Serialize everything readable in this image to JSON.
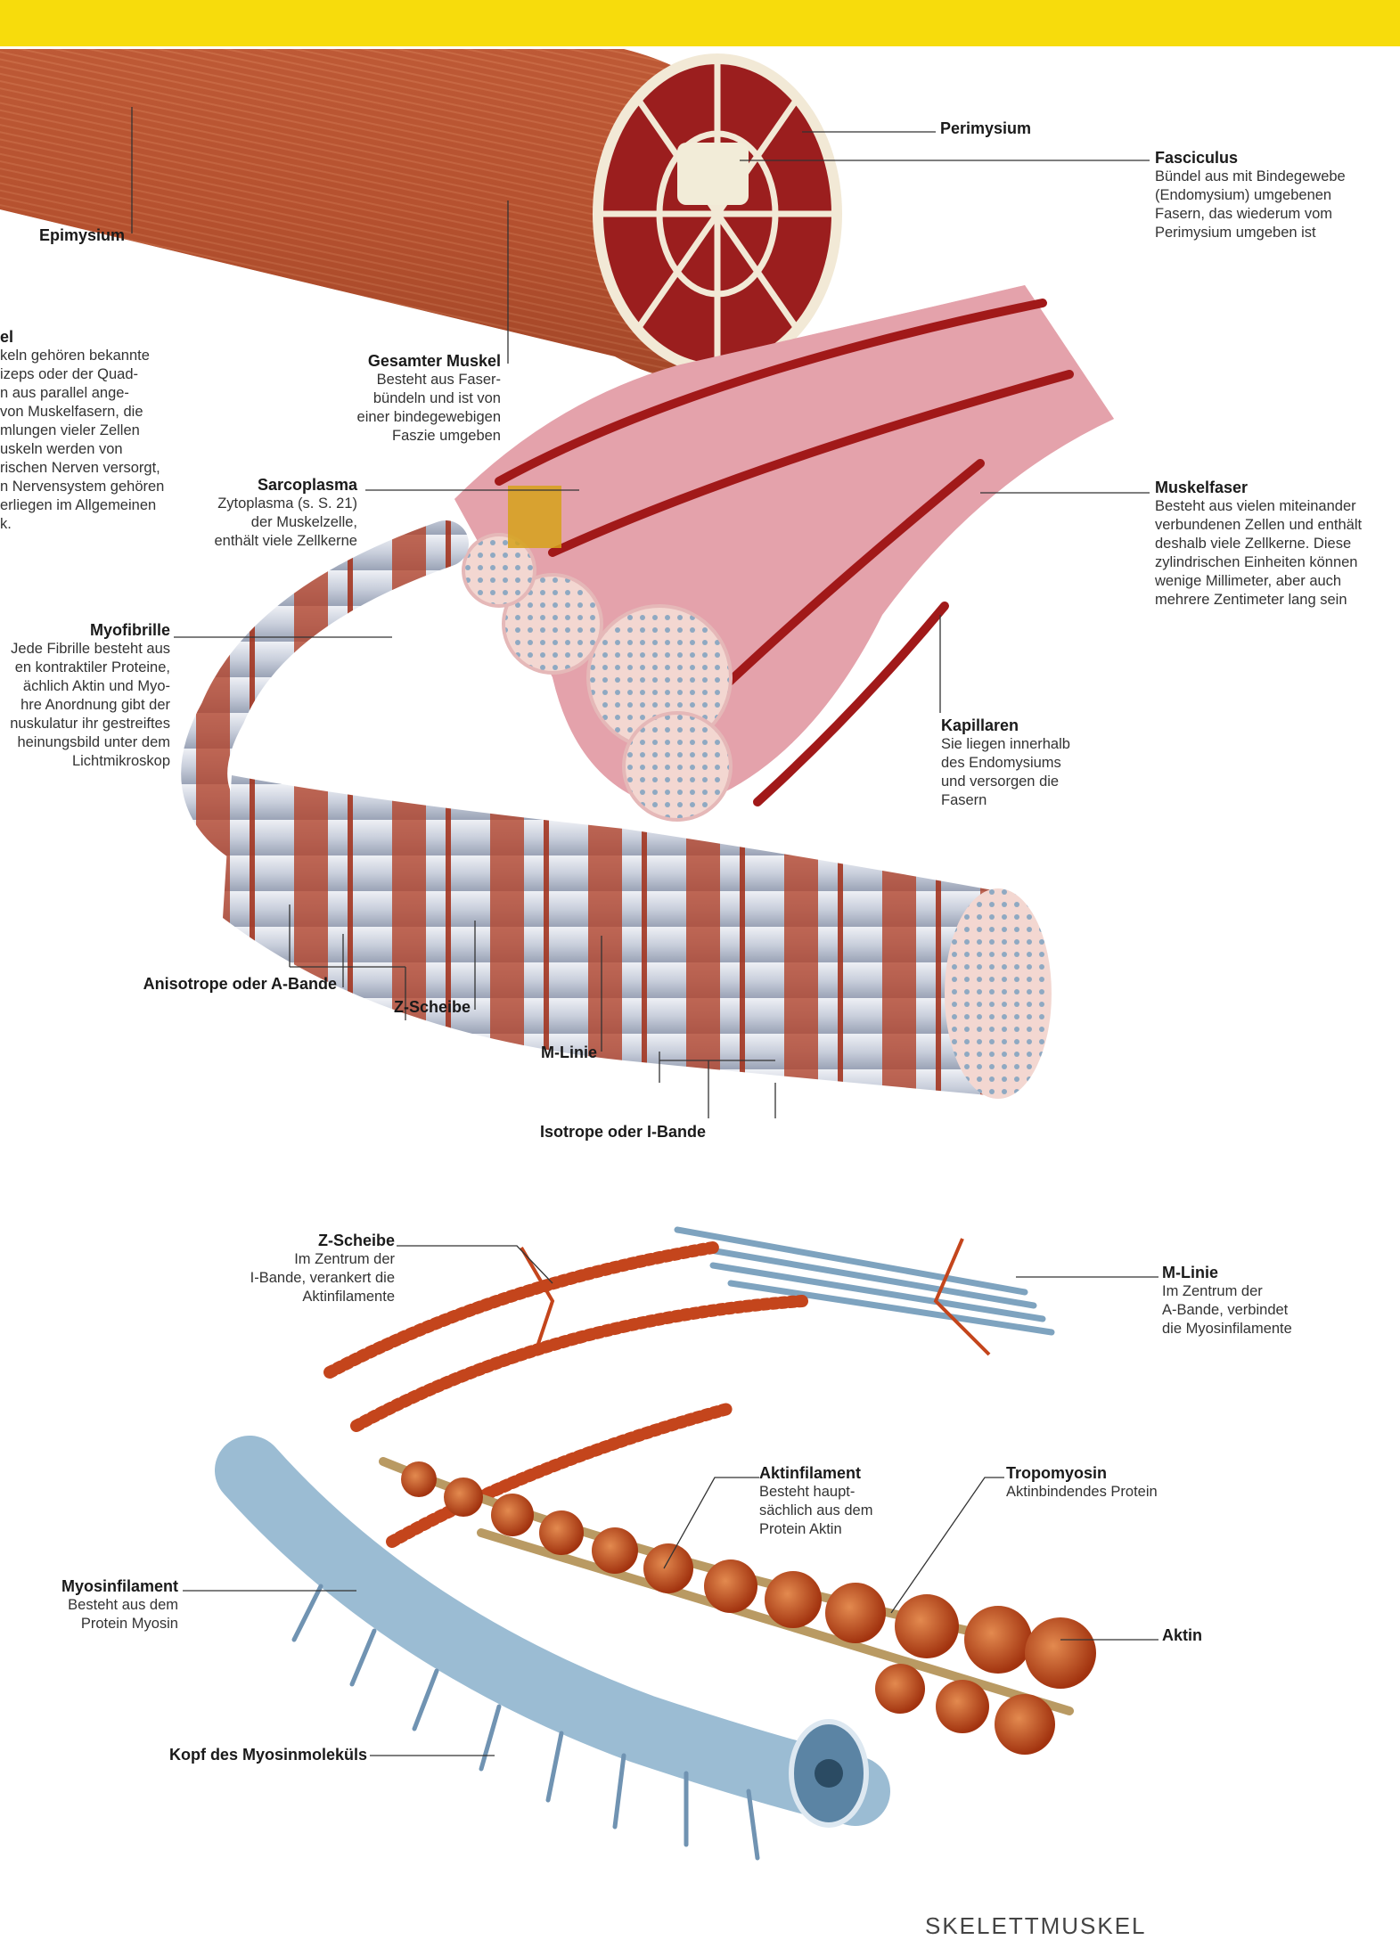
{
  "colors": {
    "header_band": "#f7dc0c",
    "muscle": "#b5512f",
    "fascia": "#f2e9d6",
    "capillary": "#a11919",
    "fibril_band_dark": "#b2442c",
    "fibril_band_light": "#dfe3ec",
    "myosin": "#8fb0c9",
    "actin": "#c24a1d",
    "tropomyosin": "#b99a63"
  },
  "labels": {
    "perimysium": {
      "title": "Perimysium"
    },
    "fasciculus": {
      "title": "Fasciculus",
      "text": [
        "Bündel aus mit Bindegewebe",
        "(Endomysium) umgebenen",
        "Fasern, das wiederum vom",
        "Perimysium umgeben ist"
      ]
    },
    "epimysium": {
      "title": "Epimysium"
    },
    "skelettmuskel": {
      "title": "el",
      "text": [
        "keln gehören bekannte",
        "izeps oder der Quad-",
        "n aus parallel ange-",
        "von Muskelfasern, die",
        "mlungen vieler Zellen",
        "uskeln werden von",
        "rischen Nerven versorgt,",
        "n Nervensystem gehören",
        "erliegen im Allgemeinen",
        "k."
      ]
    },
    "gesamter_muskel": {
      "title": "Gesamter Muskel",
      "text": [
        "Besteht aus Faser-",
        "bündeln und ist von",
        "einer bindegewebigen",
        "Faszie umgeben"
      ]
    },
    "sarcoplasma": {
      "title": "Sarcoplasma",
      "text": [
        "Zytoplasma (s. S. 21)",
        "der Muskelzelle,",
        "enthält viele Zellkerne"
      ]
    },
    "muskelfaser": {
      "title": "Muskelfaser",
      "text": [
        "Besteht aus vielen miteinander",
        "verbundenen Zellen und enthält",
        "deshalb viele Zellkerne. Diese",
        "zylindrischen Einheiten können",
        "wenige Millimeter, aber auch",
        "mehrere Zentimeter lang sein"
      ]
    },
    "myofibrille": {
      "title": "Myofibrille",
      "text": [
        "Jede Fibrille besteht aus",
        "en kontraktiler Proteine,",
        "ächlich Aktin und Myo-",
        "hre Anordnung gibt der",
        "nuskulatur ihr gestreiftes",
        "heinungsbild unter dem",
        "Lichtmikroskop"
      ]
    },
    "kapillaren": {
      "title": "Kapillaren",
      "text": [
        "Sie liegen innerhalb",
        "des Endomysiums",
        "und versorgen die",
        "Fasern"
      ]
    },
    "a_bande": {
      "title": "Anisotrope oder A-Bande"
    },
    "z_scheibe_top": {
      "title": "Z-Scheibe"
    },
    "m_linie_top": {
      "title": "M-Linie"
    },
    "i_bande": {
      "title": "Isotrope oder I-Bande"
    },
    "z_scheibe": {
      "title": "Z-Scheibe",
      "text": [
        "Im Zentrum der",
        "I-Bande, verankert die",
        "Aktinfilamente"
      ]
    },
    "m_linie": {
      "title": "M-Linie",
      "text": [
        "Im Zentrum der",
        "A-Bande, verbindet",
        "die Myosinfilamente"
      ]
    },
    "aktinfilament": {
      "title": "Aktinfilament",
      "text": [
        "Besteht haupt-",
        "sächlich aus dem",
        "Protein Aktin"
      ]
    },
    "tropomyosin": {
      "title": "Tropomyosin",
      "text": [
        "Aktinbindendes Protein"
      ]
    },
    "myosinfilament": {
      "title": "Myosinfilament",
      "text": [
        "Besteht aus dem",
        "Protein Myosin"
      ]
    },
    "aktin": {
      "title": "Aktin"
    },
    "kopf": {
      "title": "Kopf des Myosinmoleküls"
    }
  },
  "footer": {
    "title": "SKELETTMUSKEL"
  }
}
